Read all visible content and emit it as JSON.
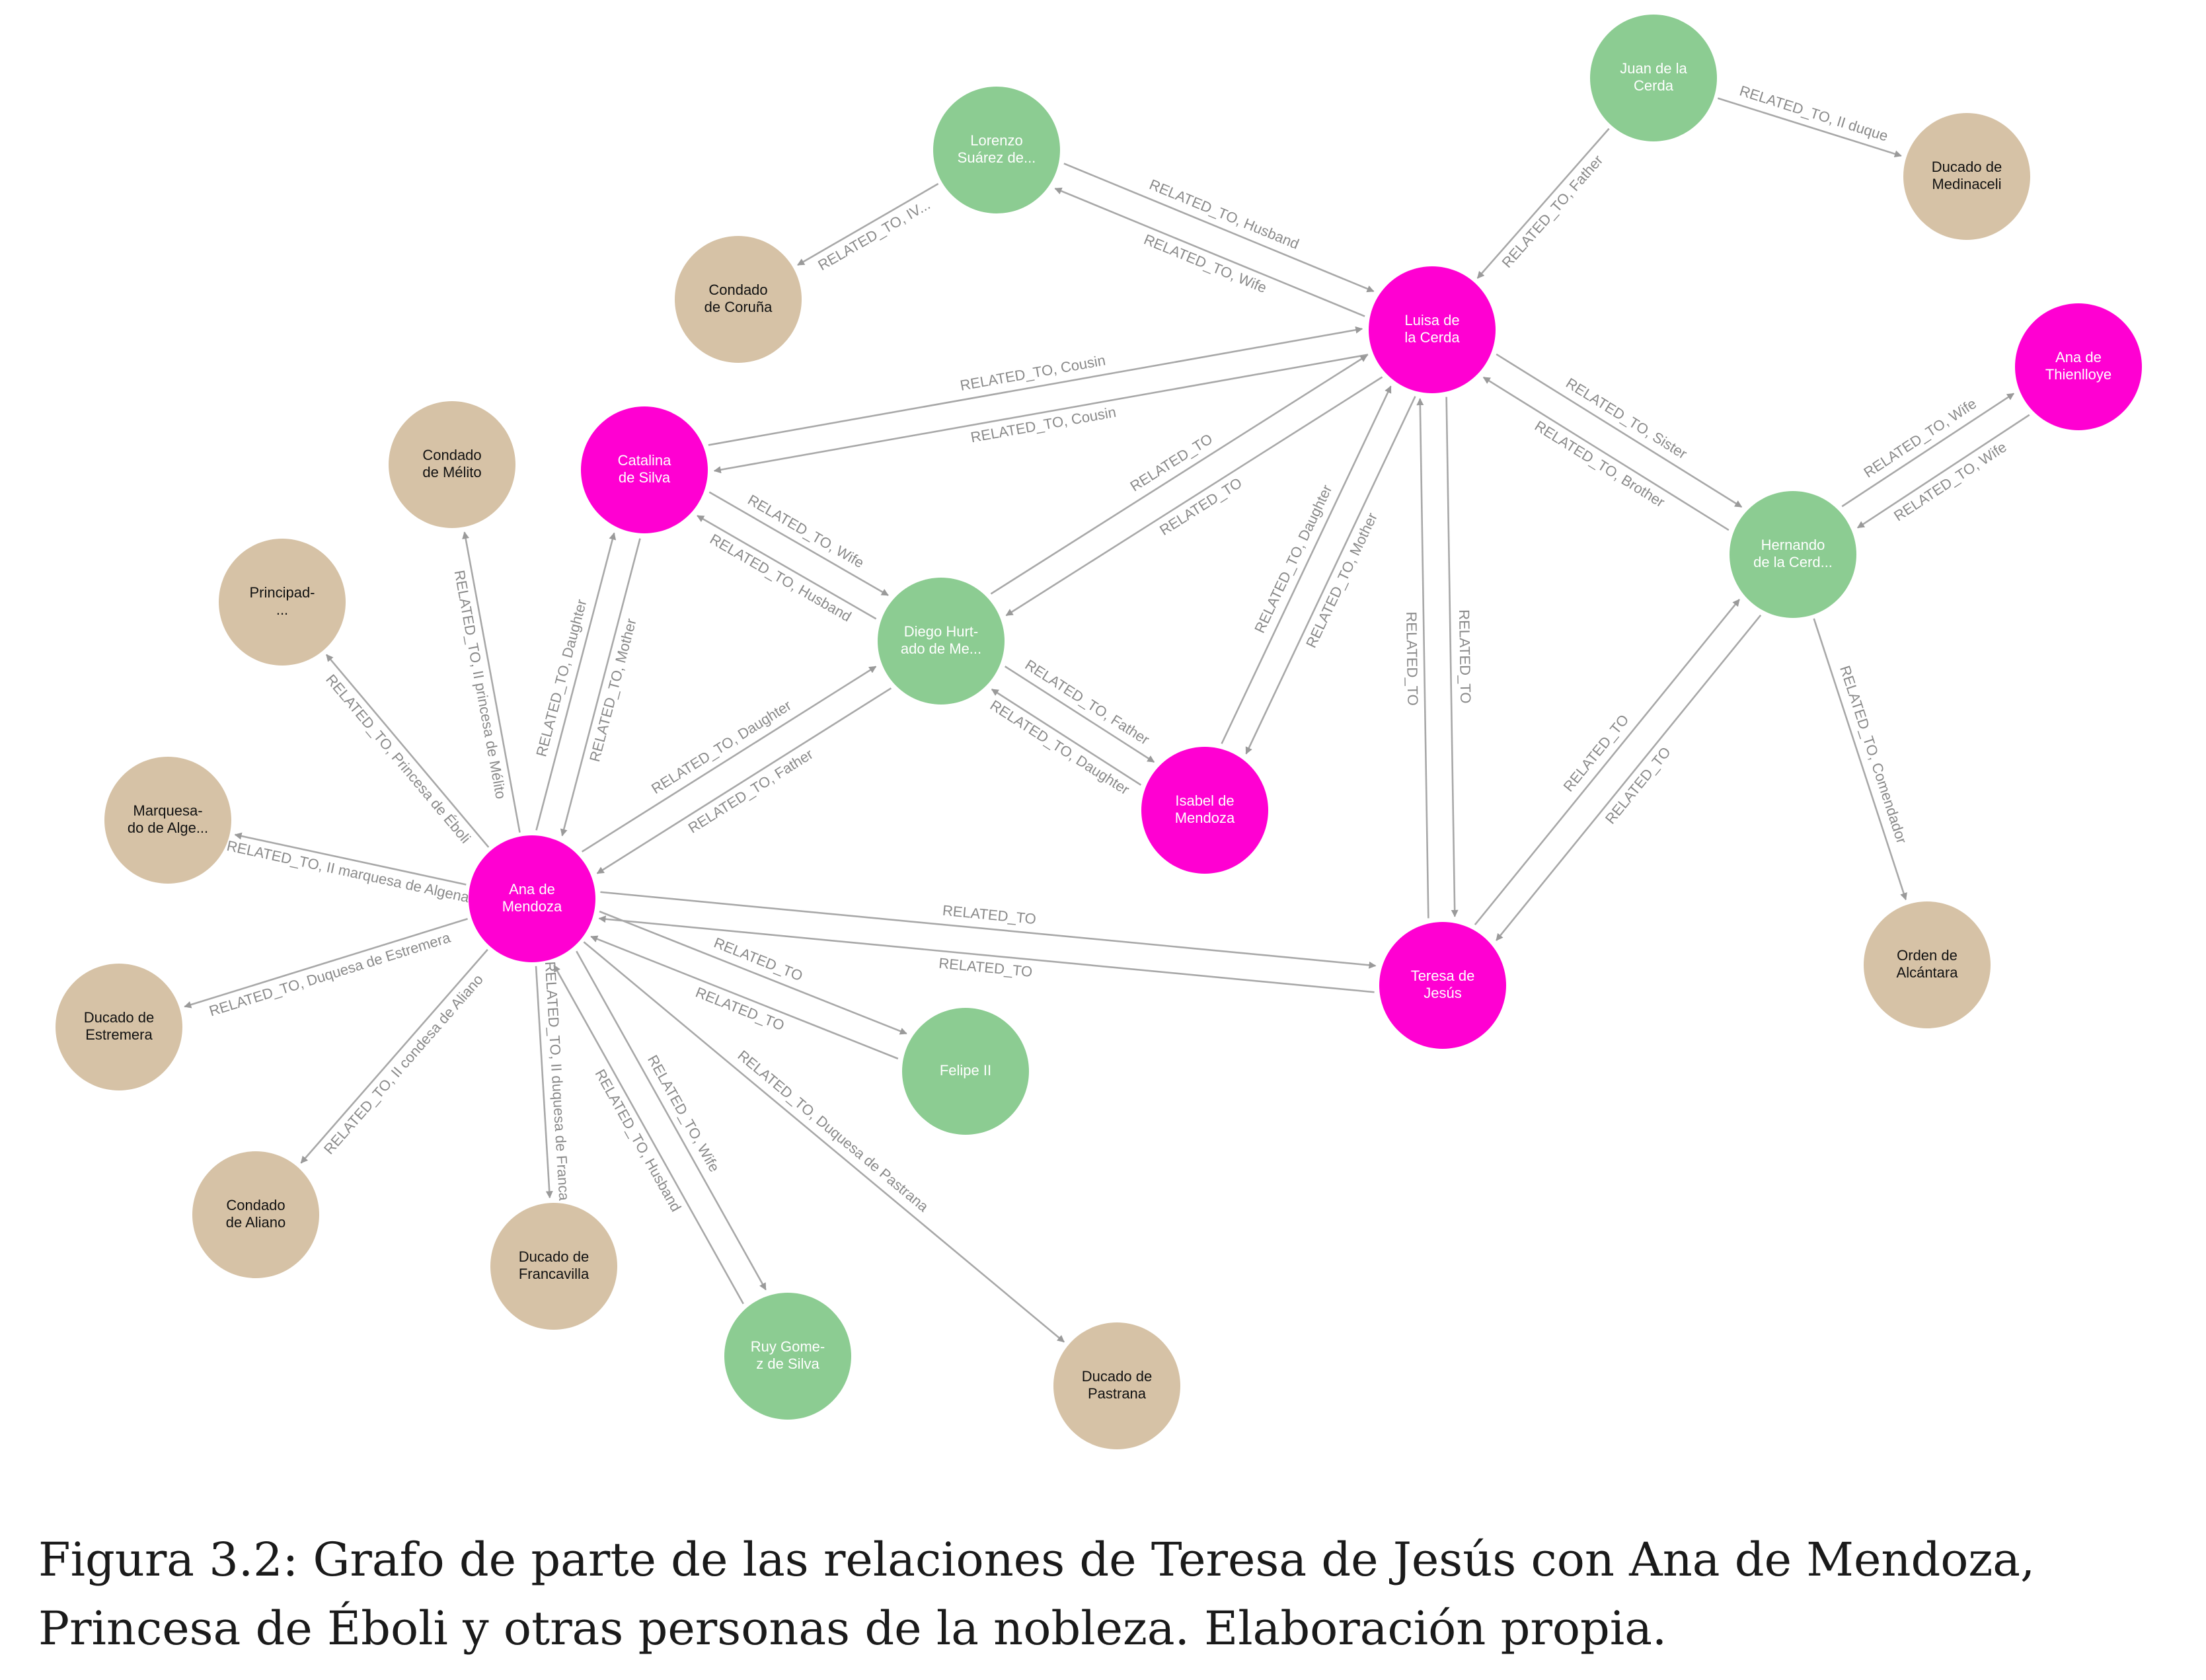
{
  "colors": {
    "person_female": "#ff00d2",
    "person_male": "#8ccc92",
    "title": "#d6c2a6",
    "edge": "#a8a8a8",
    "edge_label": "#8a8a8a"
  },
  "nodes": [
    {
      "id": "ana",
      "lines": [
        "Ana de",
        "Mendoza"
      ],
      "kind": "person_female"
    },
    {
      "id": "teresa",
      "lines": [
        "Teresa de",
        "Jesús"
      ],
      "kind": "person_female"
    },
    {
      "id": "luisa",
      "lines": [
        "Luisa de",
        "la Cerda"
      ],
      "kind": "person_female"
    },
    {
      "id": "catalina",
      "lines": [
        "Catalina",
        "de Silva"
      ],
      "kind": "person_female"
    },
    {
      "id": "isabel",
      "lines": [
        "Isabel de",
        "Mendoza"
      ],
      "kind": "person_female"
    },
    {
      "id": "anathien",
      "lines": [
        "Ana de",
        "Thienlloye"
      ],
      "kind": "person_female"
    },
    {
      "id": "lorenzo",
      "lines": [
        "Lorenzo",
        "Suárez de..."
      ],
      "kind": "person_male"
    },
    {
      "id": "juan",
      "lines": [
        "Juan de la",
        "Cerda"
      ],
      "kind": "person_male"
    },
    {
      "id": "diego",
      "lines": [
        "Diego Hurt-",
        "ado de Me..."
      ],
      "kind": "person_male"
    },
    {
      "id": "hernando",
      "lines": [
        "Hernando",
        "de la Cerd..."
      ],
      "kind": "person_male"
    },
    {
      "id": "felipe",
      "lines": [
        "Felipe II"
      ],
      "kind": "person_male"
    },
    {
      "id": "ruy",
      "lines": [
        "Ruy Gome-",
        "z de Silva"
      ],
      "kind": "person_male"
    },
    {
      "id": "coruna",
      "lines": [
        "Condado",
        "de Coruña"
      ],
      "kind": "title"
    },
    {
      "id": "medinaceli",
      "lines": [
        "Ducado de",
        "Medinaceli"
      ],
      "kind": "title"
    },
    {
      "id": "melito",
      "lines": [
        "Condado",
        "de Mélito"
      ],
      "kind": "title"
    },
    {
      "id": "principado",
      "lines": [
        "Principad-",
        "..."
      ],
      "kind": "title"
    },
    {
      "id": "marquesado",
      "lines": [
        "Marquesa-",
        "do de Alge..."
      ],
      "kind": "title"
    },
    {
      "id": "estremera",
      "lines": [
        "Ducado de",
        "Estremera"
      ],
      "kind": "title"
    },
    {
      "id": "aliano",
      "lines": [
        "Condado",
        "de Aliano"
      ],
      "kind": "title"
    },
    {
      "id": "francavilla",
      "lines": [
        "Ducado de",
        "Francavilla"
      ],
      "kind": "title"
    },
    {
      "id": "pastrana",
      "lines": [
        "Ducado de",
        "Pastrana"
      ],
      "kind": "title"
    },
    {
      "id": "alcantara",
      "lines": [
        "Orden de",
        "Alcántara"
      ],
      "kind": "title"
    }
  ],
  "edges": [
    {
      "from": "lorenzo",
      "to": "coruna",
      "label": "RELATED_TO, IV..."
    },
    {
      "from": "lorenzo",
      "to": "luisa",
      "label": "RELATED_TO, Husband"
    },
    {
      "from": "luisa",
      "to": "lorenzo",
      "label": "RELATED_TO, Wife"
    },
    {
      "from": "juan",
      "to": "luisa",
      "label": "RELATED_TO, Father"
    },
    {
      "from": "juan",
      "to": "medinaceli",
      "label": "RELATED_TO, II duque"
    },
    {
      "from": "catalina",
      "to": "luisa",
      "label": "RELATED_TO, Cousin"
    },
    {
      "from": "luisa",
      "to": "catalina",
      "label": "RELATED_TO, Cousin"
    },
    {
      "from": "luisa",
      "to": "hernando",
      "label": "RELATED_TO, Sister"
    },
    {
      "from": "hernando",
      "to": "luisa",
      "label": "RELATED_TO, Brother"
    },
    {
      "from": "hernando",
      "to": "anathien",
      "label": "RELATED_TO, Wife"
    },
    {
      "from": "anathien",
      "to": "hernando",
      "label": "RELATED_TO, Wife"
    },
    {
      "from": "diego",
      "to": "luisa",
      "label": "RELATED_TO"
    },
    {
      "from": "luisa",
      "to": "diego",
      "label": "RELATED_TO"
    },
    {
      "from": "catalina",
      "to": "diego",
      "label": "RELATED_TO, Wife"
    },
    {
      "from": "diego",
      "to": "catalina",
      "label": "RELATED_TO, Husband"
    },
    {
      "from": "isabel",
      "to": "luisa",
      "label": "RELATED_TO, Daughter"
    },
    {
      "from": "luisa",
      "to": "isabel",
      "label": "RELATED_TO, Mother"
    },
    {
      "from": "teresa",
      "to": "luisa",
      "label": "RELATED_TO"
    },
    {
      "from": "luisa",
      "to": "teresa",
      "label": "RELATED_TO"
    },
    {
      "from": "diego",
      "to": "isabel",
      "label": "RELATED_TO, Father"
    },
    {
      "from": "isabel",
      "to": "diego",
      "label": "RELATED_TO, Daughter"
    },
    {
      "from": "teresa",
      "to": "hernando",
      "label": "RELATED_TO"
    },
    {
      "from": "hernando",
      "to": "teresa",
      "label": "RELATED_TO"
    },
    {
      "from": "hernando",
      "to": "alcantara",
      "label": "RELATED_TO, Comendador"
    },
    {
      "from": "ana",
      "to": "catalina",
      "label": "RELATED_TO, Daughter"
    },
    {
      "from": "catalina",
      "to": "ana",
      "label": "RELATED_TO, Mother"
    },
    {
      "from": "ana",
      "to": "diego",
      "label": "RELATED_TO, Daughter"
    },
    {
      "from": "diego",
      "to": "ana",
      "label": "RELATED_TO, Father"
    },
    {
      "from": "ana",
      "to": "melito",
      "label": "RELATED_TO, II princesa de Mélito"
    },
    {
      "from": "ana",
      "to": "principado",
      "label": "RELATED_TO, Princesa de Éboli"
    },
    {
      "from": "ana",
      "to": "marquesado",
      "label": "RELATED_TO, II marquesa de Algena"
    },
    {
      "from": "ana",
      "to": "estremera",
      "label": "RELATED_TO, Duquesa de Estremera"
    },
    {
      "from": "ana",
      "to": "aliano",
      "label": "RELATED_TO, II condesa de Aliano"
    },
    {
      "from": "ana",
      "to": "francavilla",
      "label": "RELATED_TO, II duquesa de Franca"
    },
    {
      "from": "ana",
      "to": "ruy",
      "label": "RELATED_TO, Wife"
    },
    {
      "from": "ruy",
      "to": "ana",
      "label": "RELATED_TO, Husband"
    },
    {
      "from": "ana",
      "to": "pastrana",
      "label": "RELATED_TO, Duquesa de Pastrana"
    },
    {
      "from": "ana",
      "to": "felipe",
      "label": "RELATED_TO"
    },
    {
      "from": "felipe",
      "to": "ana",
      "label": "RELATED_TO"
    },
    {
      "from": "ana",
      "to": "teresa",
      "label": "RELATED_TO"
    },
    {
      "from": "teresa",
      "to": "ana",
      "label": "RELATED_TO"
    }
  ],
  "caption": "Figura 3.2: Grafo de parte de las relaciones de Teresa de Jesús con Ana de Mendoza, Princesa de Éboli y otras personas de la nobleza. Elaboración propia."
}
